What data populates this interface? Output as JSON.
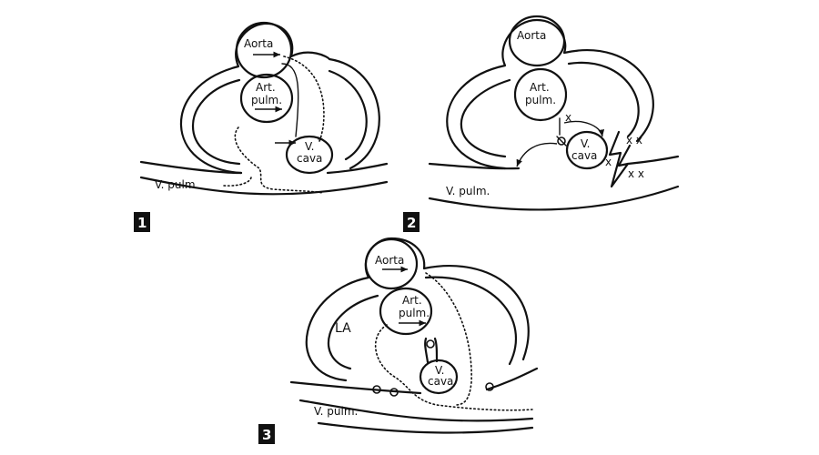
{
  "panels": [
    {
      "number": "1",
      "labels": {
        "aorta": "Aorta",
        "art_line1": "Art.",
        "art_line2": "pulm.",
        "vcava_line1": "V.",
        "vcava_line2": "cava",
        "vpulm": "V. pulm."
      }
    },
    {
      "number": "2",
      "labels": {
        "aorta": "Aorta",
        "art_line1": "Art.",
        "art_line2": "pulm.",
        "vcava_line1": "V.",
        "vcava_line2": "cava",
        "vpulm": "V. pulm.",
        "x1": "x",
        "x2": "x",
        "xx1": "x x",
        "xx2": "x x"
      }
    },
    {
      "number": "3",
      "labels": {
        "aorta": "Aorta",
        "art_line1": "Art.",
        "art_line2": "pulm.",
        "vcava_line1": "V.",
        "vcava_line2": "cava",
        "vpulm": "V. pulm.",
        "la": "LA"
      }
    }
  ]
}
